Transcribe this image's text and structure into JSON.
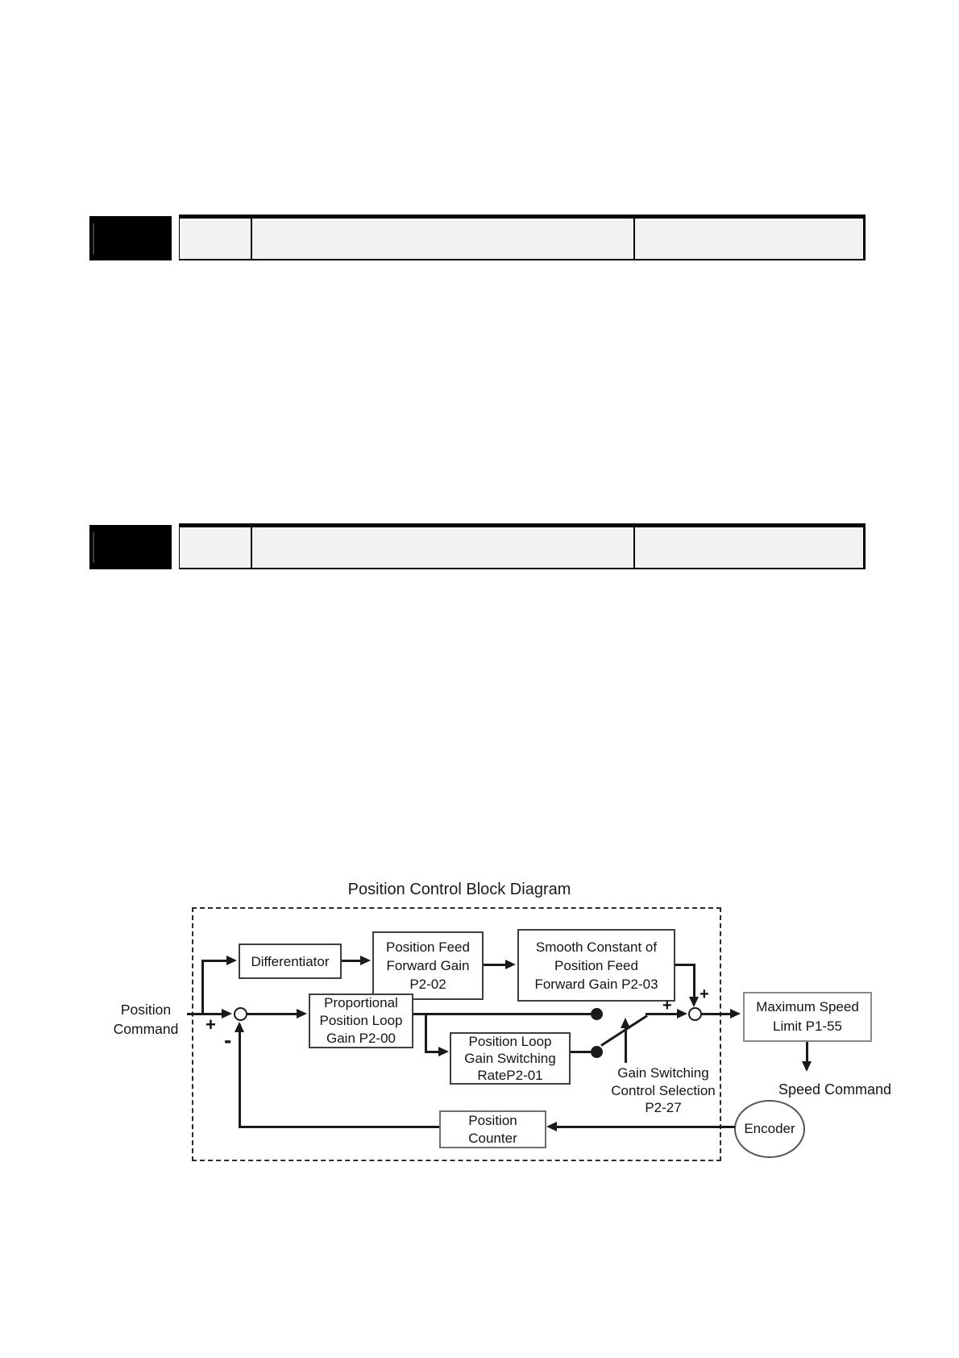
{
  "colors": {
    "page_bg": "#ffffff",
    "redaction_black": "#000000",
    "table_cell_bg": "#f2f2f2",
    "line_color": "#1a1a1a"
  },
  "parameter_rows": [
    {
      "cells": [
        "",
        "",
        ""
      ]
    },
    {
      "cells": [
        "",
        "",
        ""
      ]
    }
  ],
  "diagram": {
    "title": "Position Control Block Diagram",
    "blocks": {
      "differentiator": {
        "lines": [
          "Differentiator"
        ]
      },
      "position_feed_forward_gain": {
        "lines": [
          "Position Feed",
          "Forward Gain",
          "P2-02"
        ]
      },
      "smooth_constant": {
        "lines": [
          "Smooth Constant of",
          "Position Feed",
          "Forward Gain P2-03"
        ]
      },
      "proportional_position_loop_gain": {
        "lines": [
          "Proportional",
          "Position Loop",
          "Gain P2-00"
        ]
      },
      "position_loop_gain_switching_rate": {
        "lines": [
          "Position Loop",
          "Gain Switching",
          "RateP2-01"
        ]
      },
      "maximum_speed_limit": {
        "lines": [
          "Maximum Speed",
          "Limit P1-55"
        ]
      },
      "position_counter": {
        "lines": [
          "Position",
          "Counter"
        ]
      },
      "encoder": {
        "label": "Encoder"
      }
    },
    "labels": {
      "position_command": {
        "lines": [
          "Position",
          "Command"
        ]
      },
      "gain_switching_control_selection": {
        "lines": [
          "Gain Switching",
          "Control Selection",
          "P2-27"
        ]
      },
      "speed_command": "Speed Command"
    },
    "signs": {
      "input_plus": "+",
      "feedback_minus": "-",
      "switch_plus": "+",
      "feedforward_plus": "+"
    }
  }
}
